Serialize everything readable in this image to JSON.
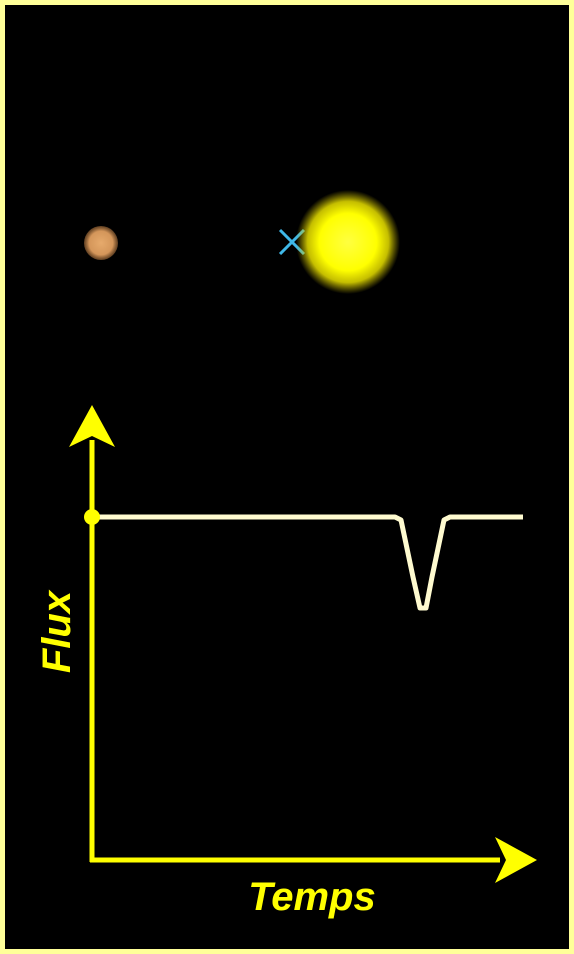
{
  "labels": {
    "y_axis": "Flux",
    "x_axis": "Temps"
  },
  "colors": {
    "background": "#000000",
    "border": "#ffff99",
    "axes": "#ffff00",
    "light_curve": "#fffbd0",
    "star": "#ffff00",
    "planet": "#d89a5c",
    "barycenter": "#3fb8e8"
  },
  "icons": {
    "barycenter_marker": "cross-marker"
  }
}
